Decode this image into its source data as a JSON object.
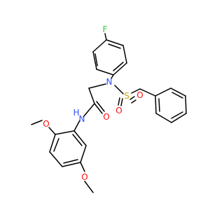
{
  "colors": {
    "carbon_bond": "#000000",
    "F": "#33cc33",
    "N": "#3050f8",
    "O": "#ff0d0d",
    "S": "#c8a800",
    "background": "#ffffff"
  },
  "atoms": [
    {
      "id": "F",
      "element": "F",
      "label": "F"
    },
    {
      "id": "N1",
      "element": "N",
      "label": "N"
    },
    {
      "id": "S",
      "element": "S",
      "label": "S"
    },
    {
      "id": "O_S1",
      "element": "O",
      "label": "O"
    },
    {
      "id": "O_S2",
      "element": "O",
      "label": "O"
    },
    {
      "id": "O_C",
      "element": "O",
      "label": "O"
    },
    {
      "id": "NH",
      "element": "N",
      "label": "H\nN"
    },
    {
      "id": "O_M1",
      "element": "O",
      "label": "O"
    },
    {
      "id": "O_M2",
      "element": "O",
      "label": "O"
    }
  ]
}
